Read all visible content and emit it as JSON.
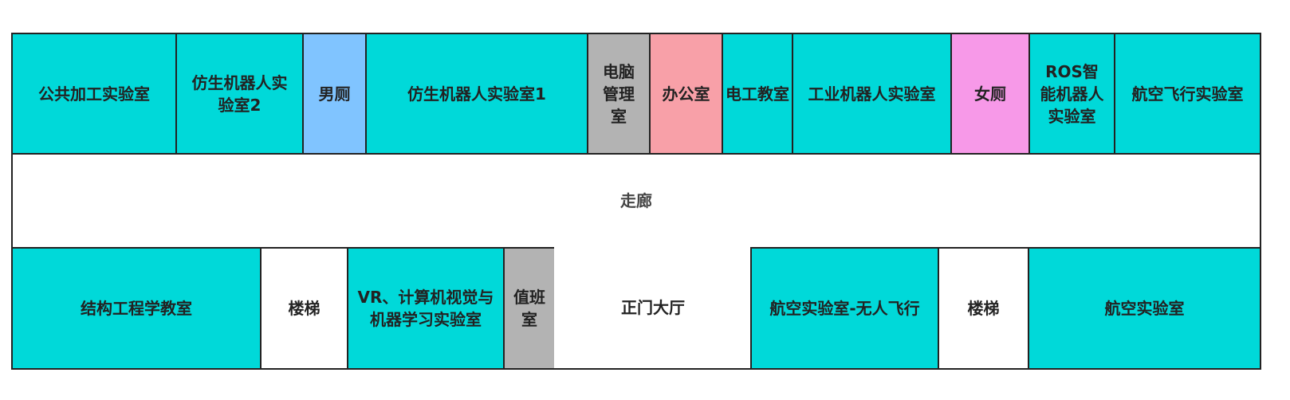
{
  "colors": {
    "lab": "#00d9d9",
    "mens_toilet": "#80c4ff",
    "utility": "#b3b3b3",
    "office": "#f8a0a8",
    "womens_toilet": "#f799e8",
    "wall": "#222222"
  },
  "top_row": [
    {
      "label": "公共加工实验室",
      "type": "lab"
    },
    {
      "label": "仿生机器人实验室2",
      "type": "lab"
    },
    {
      "label": "男厕",
      "type": "mens_toilet"
    },
    {
      "label": "仿生机器人实验室1",
      "type": "lab"
    },
    {
      "label": "电脑管理室",
      "type": "utility"
    },
    {
      "label": "办公室",
      "type": "office"
    },
    {
      "label": "电工教室",
      "type": "lab"
    },
    {
      "label": "工业机器人实验室",
      "type": "lab"
    },
    {
      "label": "女厕",
      "type": "womens_toilet"
    },
    {
      "label": "ROS智能机器人实验室",
      "type": "lab"
    },
    {
      "label": "航空飞行实验室",
      "type": "lab"
    }
  ],
  "corridor": {
    "label": "走廊"
  },
  "bottom_row": [
    {
      "label": "结构工程学教室",
      "type": "lab"
    },
    {
      "label": "楼梯",
      "type": "stairs"
    },
    {
      "label": "VR、计算机视觉与机器学习实验室",
      "type": "lab"
    },
    {
      "label": "值班室",
      "type": "utility"
    },
    {
      "label": "正门大厅",
      "type": "hall"
    },
    {
      "label": "航空实验室-无人飞行",
      "type": "lab"
    },
    {
      "label": "楼梯",
      "type": "stairs"
    },
    {
      "label": "航空实验室",
      "type": "lab"
    }
  ]
}
